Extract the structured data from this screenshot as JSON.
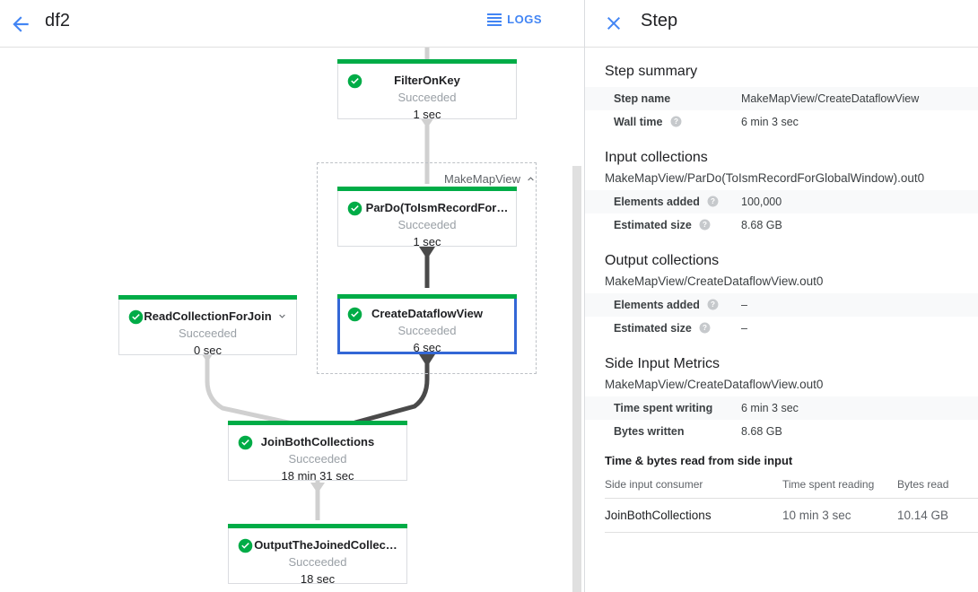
{
  "topbar": {
    "back_icon": "arrow-left-icon",
    "job_name": "df2",
    "logs_label": "LOGS",
    "accent_color": "#4285f4"
  },
  "graph": {
    "status_color": "#00ac47",
    "selected_color": "#3367d6",
    "group": {
      "label": "MakeMapView",
      "collapse_icon": "chevron-up-icon"
    },
    "nodes": [
      {
        "id": "filter-on-key",
        "title": "FilterOnKey",
        "status": "Succeeded",
        "duration": "1 sec",
        "selected": false,
        "expandable": false
      },
      {
        "id": "pardo-to-ism-record",
        "title": "ParDo(ToIsmRecordFor…)",
        "title_display": "ParDo(ToIsmRecordFor…",
        "status": "Succeeded",
        "duration": "1 sec",
        "selected": false,
        "expandable": false
      },
      {
        "id": "create-dataflow-view",
        "title": "CreateDataflowView",
        "status": "Succeeded",
        "duration": "6 sec",
        "selected": true,
        "expandable": false
      },
      {
        "id": "read-collection-for-join",
        "title": "ReadCollectionForJoin",
        "status": "Succeeded",
        "duration": "0 sec",
        "selected": false,
        "expandable": true,
        "expand_icon": "chevron-down-icon"
      },
      {
        "id": "join-both-collections",
        "title": "JoinBothCollections",
        "status": "Succeeded",
        "duration": "18 min 31 sec",
        "selected": false,
        "expandable": false
      },
      {
        "id": "output-the-joined-collection",
        "title": "OutputTheJoinedCollec…",
        "status": "Succeeded",
        "duration": "18 sec",
        "selected": false,
        "expandable": false
      }
    ]
  },
  "panel": {
    "close_icon": "close-icon",
    "title": "Step",
    "sections": {
      "step_summary": {
        "heading": "Step summary",
        "rows": [
          {
            "key": "Step name",
            "value": "MakeMapView/CreateDataflowView",
            "help": false
          },
          {
            "key": "Wall time",
            "value": "6 min 3 sec",
            "help": true
          }
        ]
      },
      "input_collections": {
        "heading": "Input collections",
        "collection": "MakeMapView/ParDo(ToIsmRecordForGlobalWindow).out0",
        "rows": [
          {
            "key": "Elements added",
            "value": "100,000",
            "help": true
          },
          {
            "key": "Estimated size",
            "value": "8.68 GB",
            "help": true
          }
        ]
      },
      "output_collections": {
        "heading": "Output collections",
        "collection": "MakeMapView/CreateDataflowView.out0",
        "rows": [
          {
            "key": "Elements added",
            "value": "–",
            "help": true
          },
          {
            "key": "Estimated size",
            "value": "–",
            "help": true
          }
        ]
      },
      "side_input_metrics": {
        "heading": "Side Input Metrics",
        "collection": "MakeMapView/CreateDataflowView.out0",
        "rows": [
          {
            "key": "Time spent writing",
            "value": "6 min 3 sec",
            "help": false
          },
          {
            "key": "Bytes written",
            "value": "8.68 GB",
            "help": false
          }
        ]
      },
      "side_input_table": {
        "heading": "Time & bytes read from side input",
        "columns": [
          "Side input consumer",
          "Time spent reading",
          "Bytes read"
        ],
        "rows": [
          [
            "JoinBothCollections",
            "10 min 3 sec",
            "10.14 GB"
          ]
        ]
      }
    }
  }
}
